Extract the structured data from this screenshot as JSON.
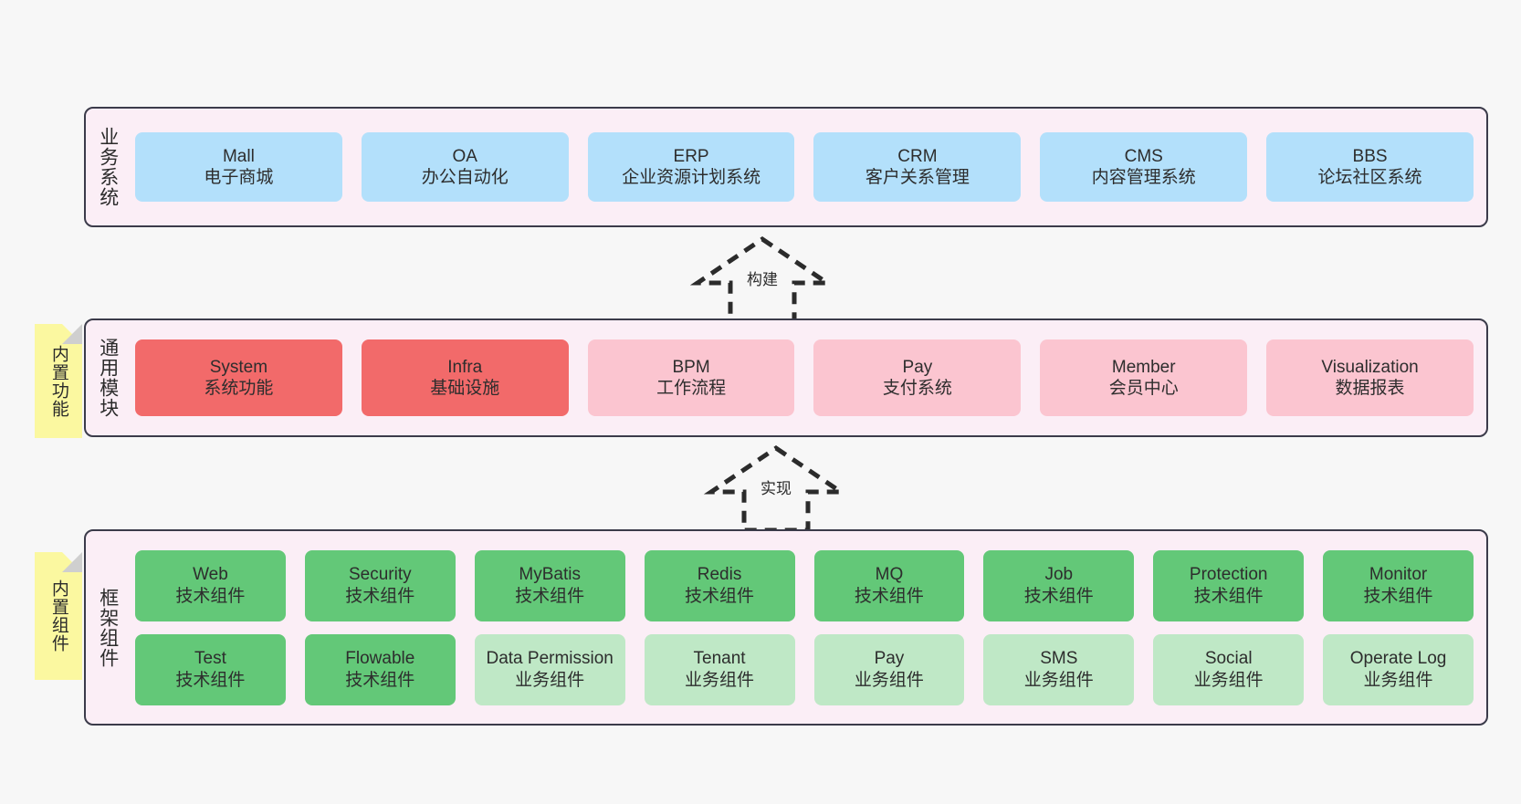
{
  "diagram": {
    "background_color": "#f7f7f7",
    "band_fill": "#fbeef6",
    "band_border": "#3b3b4a",
    "note_fill": "#fbf8a0"
  },
  "business": {
    "title": "业务系统",
    "color": "#b3e0fb",
    "cards": [
      {
        "name": "Mall",
        "desc": "电子商城"
      },
      {
        "name": "OA",
        "desc": "办公自动化"
      },
      {
        "name": "ERP",
        "desc": "企业资源计划系统"
      },
      {
        "name": "CRM",
        "desc": "客户关系管理"
      },
      {
        "name": "CMS",
        "desc": "内容管理系统"
      },
      {
        "name": "BBS",
        "desc": "论坛社区系统"
      }
    ]
  },
  "arrow_build": {
    "label": "构建"
  },
  "arrow_impl": {
    "label": "实现"
  },
  "modules": {
    "title": "通用模块",
    "note": "内置功能",
    "color_primary": "#f26a6a",
    "color_secondary": "#fbc5d0",
    "cards": [
      {
        "name": "System",
        "desc": "系统功能",
        "style": "c-red"
      },
      {
        "name": "Infra",
        "desc": "基础设施",
        "style": "c-red"
      },
      {
        "name": "BPM",
        "desc": "工作流程",
        "style": "c-pink"
      },
      {
        "name": "Pay",
        "desc": "支付系统",
        "style": "c-pink"
      },
      {
        "name": "Member",
        "desc": "会员中心",
        "style": "c-pink"
      },
      {
        "name": "Visualization",
        "desc": "数据报表",
        "style": "c-pink"
      }
    ]
  },
  "framework": {
    "title": "框架组件",
    "note": "内置组件",
    "color_tech": "#63c878",
    "color_biz": "#bfe8c6",
    "row1": [
      {
        "name": "Web",
        "desc": "技术组件",
        "style": "c-green"
      },
      {
        "name": "Security",
        "desc": "技术组件",
        "style": "c-green"
      },
      {
        "name": "MyBatis",
        "desc": "技术组件",
        "style": "c-green"
      },
      {
        "name": "Redis",
        "desc": "技术组件",
        "style": "c-green"
      },
      {
        "name": "MQ",
        "desc": "技术组件",
        "style": "c-green"
      },
      {
        "name": "Job",
        "desc": "技术组件",
        "style": "c-green"
      },
      {
        "name": "Protection",
        "desc": "技术组件",
        "style": "c-green"
      },
      {
        "name": "Monitor",
        "desc": "技术组件",
        "style": "c-green"
      }
    ],
    "row2": [
      {
        "name": "Test",
        "desc": "技术组件",
        "style": "c-green"
      },
      {
        "name": "Flowable",
        "desc": "技术组件",
        "style": "c-green"
      },
      {
        "name": "Data Permission",
        "desc": "业务组件",
        "style": "c-greenlite"
      },
      {
        "name": "Tenant",
        "desc": "业务组件",
        "style": "c-greenlite"
      },
      {
        "name": "Pay",
        "desc": "业务组件",
        "style": "c-greenlite"
      },
      {
        "name": "SMS",
        "desc": "业务组件",
        "style": "c-greenlite"
      },
      {
        "name": "Social",
        "desc": "业务组件",
        "style": "c-greenlite"
      },
      {
        "name": "Operate Log",
        "desc": "业务组件",
        "style": "c-greenlite"
      }
    ]
  }
}
